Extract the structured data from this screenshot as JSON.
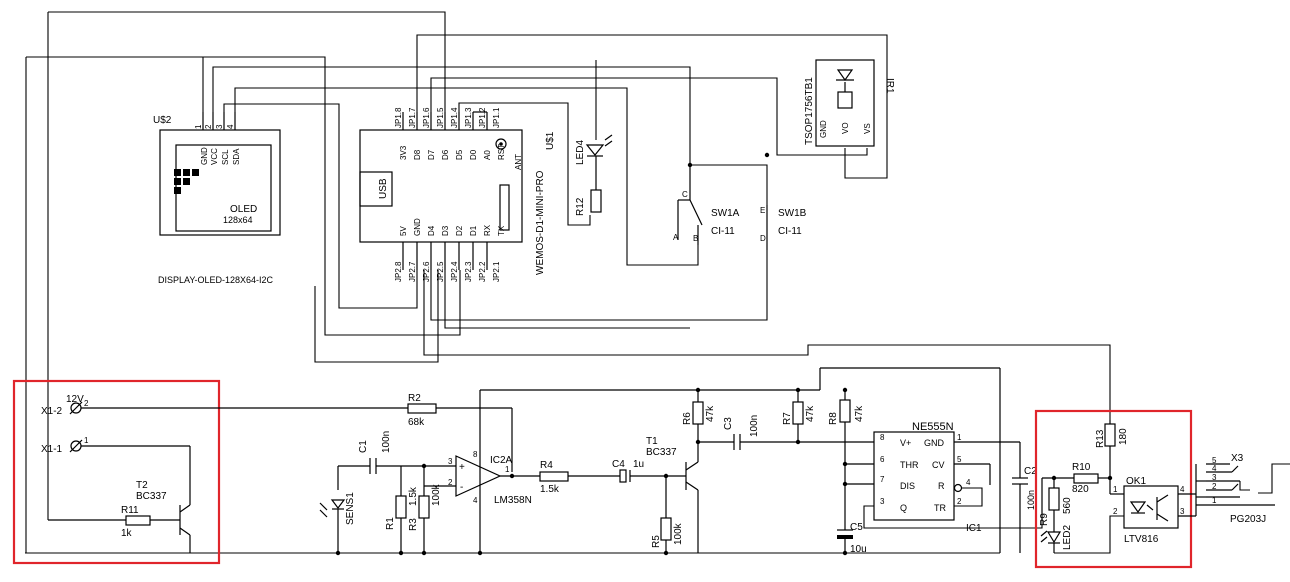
{
  "labels": {
    "us2": "U$2",
    "oled_pins": [
      "GND",
      "VCC",
      "SCL",
      "SDA"
    ],
    "oled_pin_nums": [
      "1",
      "2",
      "3",
      "4"
    ],
    "oled_text": "OLED",
    "oled_size": "128x64",
    "oled_name": "DISPLAY-OLED-128X64-I2C",
    "top_pins": [
      "JP1.8",
      "JP1.7",
      "JP1.6",
      "JP1.5",
      "JP1.4",
      "JP1.3",
      "JP1.2",
      "JP1.1"
    ],
    "top_sigs": [
      "3V3",
      "D8",
      "D7",
      "D6",
      "D5",
      "D0",
      "A0",
      "RST"
    ],
    "bot_sigs": [
      "5V",
      "GND",
      "D4",
      "D3",
      "D2",
      "D1",
      "RX",
      "TX"
    ],
    "bot_pins": [
      "JP2.8",
      "JP2.7",
      "JP2.6",
      "JP2.5",
      "JP2.4",
      "JP2.3",
      "JP2.2",
      "JP2.1"
    ],
    "usb": "USB",
    "ant": "ANT",
    "wemos_name": "WEMOS-D1-MINI-PRO",
    "us1": "U$1",
    "led4": "LED4",
    "r12": "R12",
    "sw1a": "SW1A",
    "sw1a_val": "CI-11",
    "sw1b": "SW1B",
    "sw1b_val": "CI-11",
    "sw_pin_a": "A",
    "sw_pin_b": "B",
    "sw_pin_c": "C",
    "sw_pin_d": "D",
    "sw_pin_e": "E",
    "tsop": "TSOP1756TB1",
    "ir1": "IR1",
    "ir_pins": [
      "GND",
      "VO",
      "VS"
    ],
    "x12": "X1-2",
    "x11": "X1-1",
    "v12": "12V",
    "pin2": "2",
    "pin1": "1",
    "t2": "T2",
    "t2_val": "BC337",
    "r11": "R11",
    "r11_val": "1k",
    "r2": "R2",
    "r2_val": "68k",
    "c1": "C1",
    "c1_val": "100n",
    "sens1": "SENS1",
    "r1": "R1",
    "r1_val": "1.5k",
    "r3": "R3",
    "r3_val": "100k",
    "ic2a": "IC2A",
    "ic2a_val": "LM358N",
    "op_pins": [
      "3",
      "2",
      "8",
      "4",
      "1"
    ],
    "op_plus": "+",
    "op_minus": "-",
    "r4": "R4",
    "r4_val": "1.5k",
    "c4": "C4",
    "c4_val": "1u",
    "t1": "T1",
    "t1_val": "BC337",
    "r5": "R5",
    "r5_val": "100k",
    "r6": "R6",
    "r6_val": "47k",
    "c3": "C3",
    "c3_val": "100n",
    "r7": "R7",
    "r7_val": "47k",
    "r8": "R8",
    "r8_val": "47k",
    "c5": "C5",
    "c5_val": "10u",
    "ne555": "NE555N",
    "ic1": "IC1",
    "ne_left": [
      "V+",
      "THR",
      "DIS",
      "Q"
    ],
    "ne_right": [
      "GND",
      "CV",
      "R",
      "TR"
    ],
    "ne_lnums": [
      "8",
      "6",
      "7",
      "3"
    ],
    "ne_rnums": [
      "1",
      "5",
      "4",
      "2"
    ],
    "c2": "C2",
    "c2_val": "100n",
    "r13": "R13",
    "r13_val": "180",
    "r10": "R10",
    "r10_val": "820",
    "r9": "R9",
    "r9_val": "560",
    "led2": "LED2",
    "ok1": "OK1",
    "ok1_val": "LTV816",
    "ok_pins": [
      "1",
      "2",
      "4",
      "3"
    ],
    "x3": "X3",
    "x3_val": "PG203J",
    "x3_pins": [
      "5",
      "4",
      "3",
      "2",
      "1"
    ]
  },
  "colors": {
    "line": "#000000",
    "highlight": "#e0252b",
    "background": "#ffffff"
  }
}
